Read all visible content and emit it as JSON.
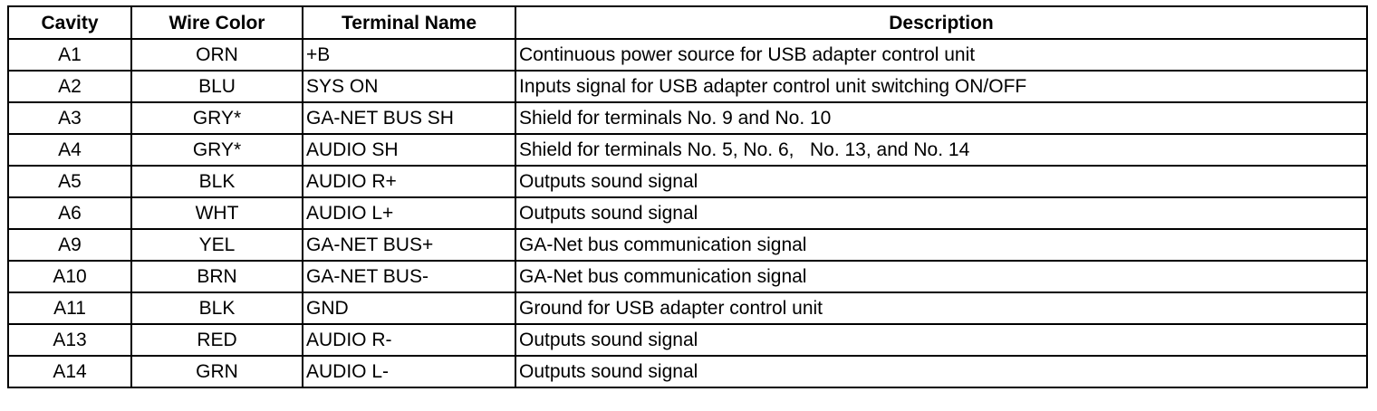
{
  "table": {
    "headers": [
      "Cavity",
      "Wire Color",
      "Terminal Name",
      "Description"
    ],
    "rows": [
      [
        "A1",
        "ORN",
        "+B",
        "Continuous power source for USB adapter control unit"
      ],
      [
        "A2",
        "BLU",
        "SYS ON",
        "Inputs signal for USB adapter control unit switching ON/OFF"
      ],
      [
        "A3",
        "GRY*",
        "GA-NET BUS SH",
        "Shield for terminals No. 9 and No. 10"
      ],
      [
        "A4",
        "GRY*",
        "AUDIO SH",
        "Shield for terminals No. 5, No. 6,   No. 13, and No. 14"
      ],
      [
        "A5",
        "BLK",
        "AUDIO R+",
        "Outputs sound signal"
      ],
      [
        "A6",
        "WHT",
        "AUDIO L+",
        "Outputs sound signal"
      ],
      [
        "A9",
        "YEL",
        "GA-NET BUS+",
        "GA-Net bus communication signal"
      ],
      [
        "A10",
        "BRN",
        "GA-NET BUS-",
        "GA-Net bus communication signal"
      ],
      [
        "A11",
        "BLK",
        "GND",
        "Ground for USB adapter control unit"
      ],
      [
        "A13",
        "RED",
        "AUDIO R-",
        "Outputs sound signal"
      ],
      [
        "A14",
        "GRN",
        "AUDIO L-",
        "Outputs sound signal"
      ]
    ]
  }
}
